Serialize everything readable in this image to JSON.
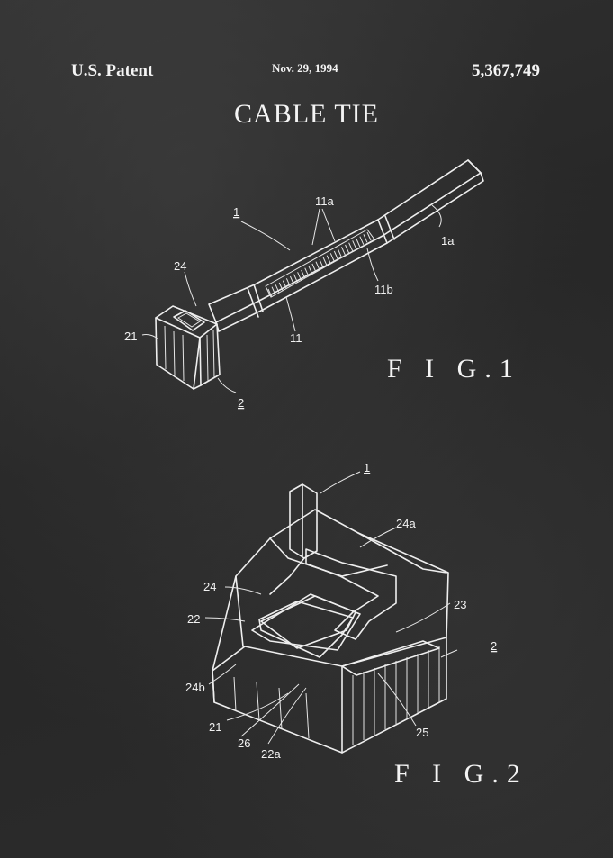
{
  "header": {
    "left": "U.S. Patent",
    "date": "Nov. 29, 1994",
    "number": "5,367,749"
  },
  "title": "CABLE TIE",
  "fig1": {
    "label": "F I G.1",
    "refs": {
      "r1": "1",
      "r11a": "11a",
      "r1a": "1a",
      "r24": "24",
      "r11b": "11b",
      "r21": "21",
      "r11": "11",
      "r2": "2"
    }
  },
  "fig2": {
    "label": "F I G.2",
    "refs": {
      "r1": "1",
      "r24a": "24a",
      "r24": "24",
      "r23": "23",
      "r22": "22",
      "r2": "2",
      "r24b": "24b",
      "r21": "21",
      "r26": "26",
      "r25": "25",
      "r22a": "22a"
    }
  },
  "colors": {
    "background": "#2a2a2a",
    "ink": "#f2f2f2"
  }
}
